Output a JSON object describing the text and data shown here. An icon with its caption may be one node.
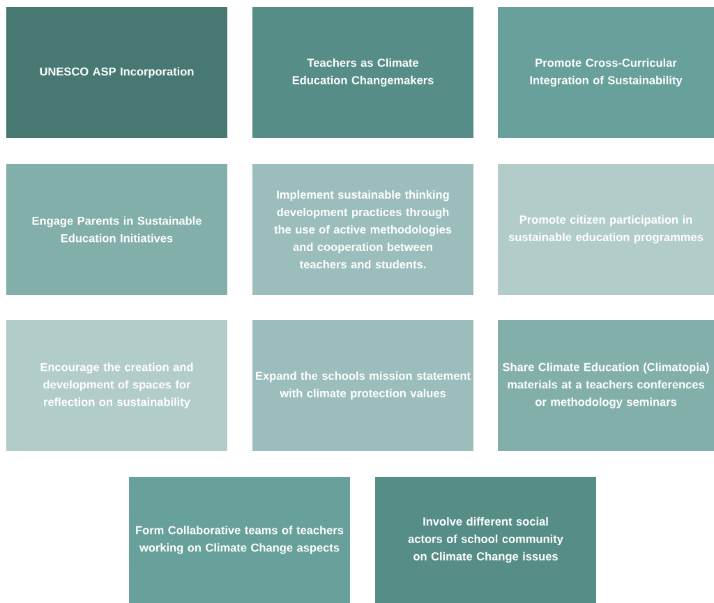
{
  "diagram": {
    "nodes": [
      {
        "text": [
          "UNESCO ASP Incorporation"
        ]
      },
      {
        "text": [
          "Teachers as Climate Education Changemakers"
        ]
      },
      {
        "text": [
          "Promote Cross-Curricular Integration of Sustainability"
        ]
      },
      {
        "text": [
          "Engage Parents in Sustainable Education Initiatives"
        ]
      },
      {
        "text": [
          "Implement sustainable thinking development practices through the use of active methodologies and cooperation between teachers and students."
        ]
      },
      {
        "text": [
          "Promote citizen participation in sustainable education programmes"
        ]
      },
      {
        "text": [
          "Encourage the creation and development of spaces for reflection on sustainability"
        ]
      },
      {
        "text": [
          "Expand the schools mission statement with climate protection values"
        ]
      },
      {
        "text": [
          "Share Climate Education (Climatopia) materials at a teachers conferences or methodology seminars"
        ]
      },
      {
        "text": [
          "Form Collaborative teams of teachers working on Climate Change aspects"
        ]
      },
      {
        "text": [
          "Involve different social actors of school community on Climate Change issues"
        ]
      }
    ]
  }
}
